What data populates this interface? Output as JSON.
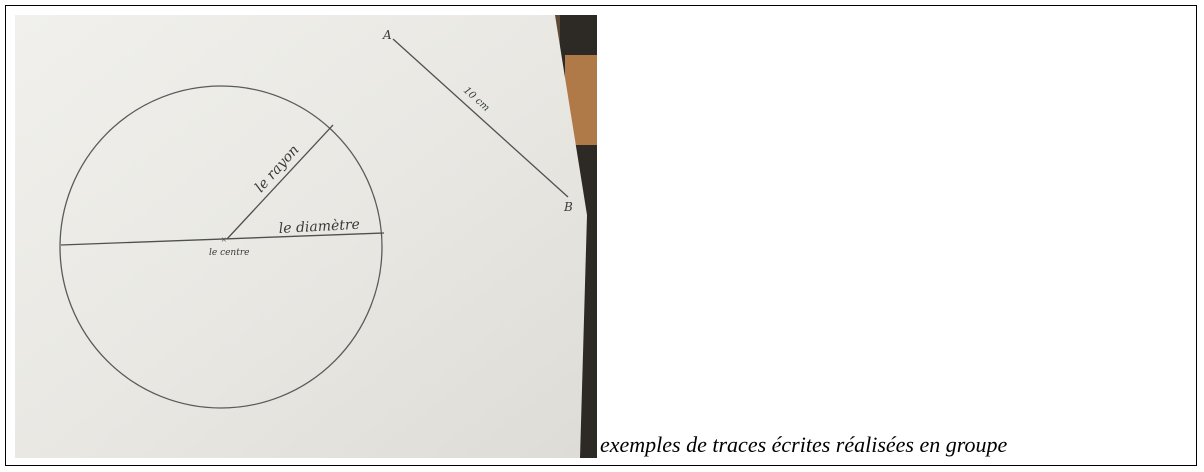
{
  "caption": "exemples de traces écrites réalisées en groupe",
  "photo": {
    "labels": {
      "rayon": "le rayon",
      "diametre": "le diamètre",
      "centre": "le centre",
      "point_a": "A",
      "point_b": "B",
      "length": "10 cm"
    }
  },
  "colors": {
    "paper": "#ecebe6",
    "pencil": "#555555",
    "desk": "#7a5a3a"
  }
}
